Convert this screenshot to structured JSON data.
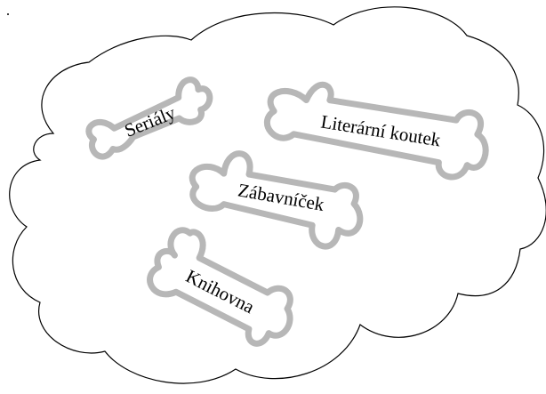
{
  "cloud_menu": {
    "items": [
      {
        "id": "serialy",
        "label": "Seriály"
      },
      {
        "id": "literarni-koutek",
        "label": "Literární koutek"
      },
      {
        "id": "zabavnicek",
        "label": "Zábavníček"
      },
      {
        "id": "knihovna",
        "label": "Knihovna"
      }
    ]
  },
  "colors": {
    "background": "#ffffff",
    "cloud_outline": "#000000",
    "bone_outline": "#b7b7b7",
    "text": "#000000"
  }
}
